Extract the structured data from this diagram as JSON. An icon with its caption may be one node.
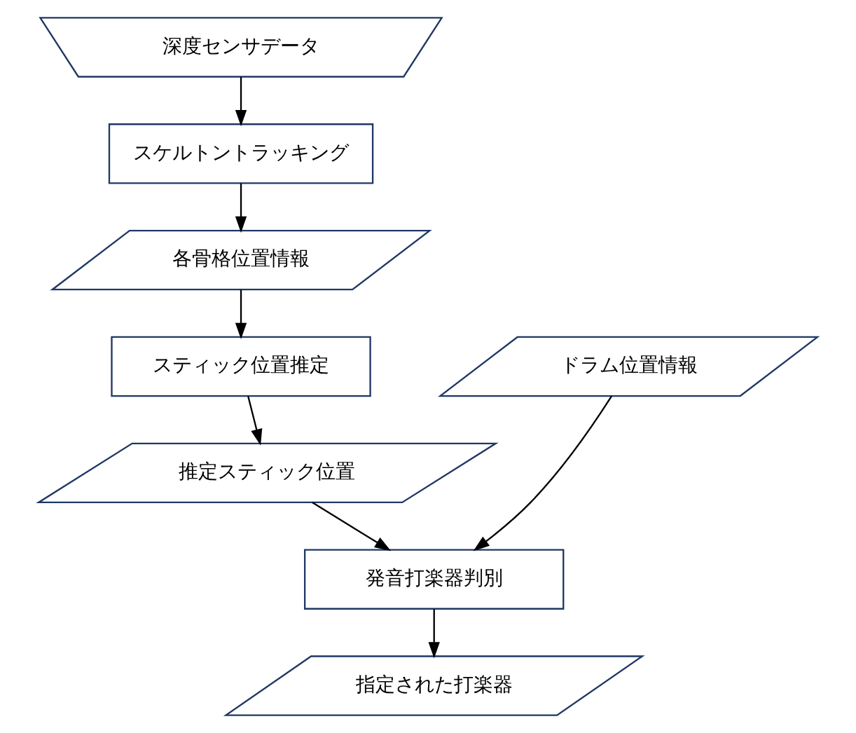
{
  "diagram": {
    "nodes": [
      {
        "text": [
          "深度センサデータ"
        ]
      },
      {
        "text": [
          "スケルトントラッキング"
        ]
      },
      {
        "text": [
          "各骨格位置情報"
        ]
      },
      {
        "text": [
          "ドラム位置情報"
        ]
      },
      {
        "text": [
          "スティック位置推定"
        ]
      },
      {
        "text": [
          "推定スティック位置"
        ]
      },
      {
        "text": [
          "発音打楽器判別"
        ]
      },
      {
        "text": [
          "指定された打楽器"
        ]
      }
    ],
    "edges": [
      {
        "from": 0,
        "to": 1,
        "arrow": "to"
      },
      {
        "from": 1,
        "to": 2,
        "arrow": "to"
      },
      {
        "from": 2,
        "to": 4,
        "arrow": "to"
      },
      {
        "from": 4,
        "to": 5,
        "arrow": "to"
      },
      {
        "from": 3,
        "to": 6,
        "arrow": "to"
      },
      {
        "from": 5,
        "to": 6,
        "arrow": "to"
      },
      {
        "from": 6,
        "to": 7,
        "arrow": "to"
      }
    ]
  }
}
